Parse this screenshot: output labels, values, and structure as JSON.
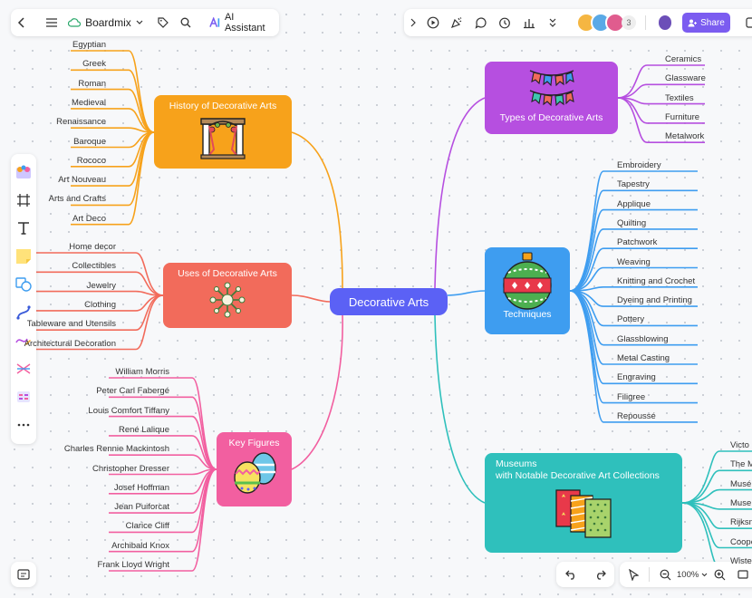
{
  "toolbar": {
    "brand": "Boardmix",
    "ai_label": "AI Assistant",
    "collab_count": "3",
    "share_label": "Share",
    "zoom": "100%"
  },
  "center": {
    "label": "Decorative Arts"
  },
  "history": {
    "title": "History of Decorative Arts",
    "items": [
      "Egyptian",
      "Greek",
      "Roman",
      "Medieval",
      "Renaissance",
      "Baroque",
      "Rococo",
      "Art Nouveau",
      "Arts and Crafts",
      "Art Deco"
    ]
  },
  "uses": {
    "title": "Uses of Decorative Arts",
    "items": [
      "Home decor",
      "Collectibles",
      "Jewelry",
      "Clothing",
      "Tableware and Utensils",
      "Architectural Decoration"
    ]
  },
  "figures": {
    "title": "Key Figures",
    "items": [
      "William Morris",
      "Peter Carl Fabergé",
      "Louis Comfort Tiffany",
      "René Lalique",
      "Charles Rennie Mackintosh",
      "Christopher Dresser",
      "Josef Hoffman",
      "Jean Puiforcat",
      "Clarice Cliff",
      "Archibald Knox",
      "Frank Lloyd Wright"
    ]
  },
  "types": {
    "title": "Types of Decorative Arts",
    "items": [
      "Ceramics",
      "Glassware",
      "Textiles",
      "Furniture",
      "Metalwork"
    ]
  },
  "techniques": {
    "title": "Techniques",
    "items": [
      "Embroidery",
      "Tapestry",
      "Applique",
      "Quilting",
      "Patchwork",
      "Weaving",
      "Knitting and Crochet",
      "Dyeing and Printing",
      "Pottery",
      "Glassblowing",
      "Metal Casting",
      "Engraving",
      "Filigree",
      "Repoussé"
    ]
  },
  "museums": {
    "title_line1": "Museums",
    "title_line2": "with Notable Decorative Art Collections",
    "items": [
      "Victo",
      "The M",
      "Musé",
      "Muse",
      "Rijksm",
      "Coope",
      "Wiste"
    ]
  },
  "colors": {
    "history": "#f7a21b",
    "uses": "#f26b5b",
    "figures": "#f25fa0",
    "types": "#b64fe0",
    "techniques": "#3e9df0",
    "museums": "#2fc0bc",
    "center": "#5b61f5"
  }
}
